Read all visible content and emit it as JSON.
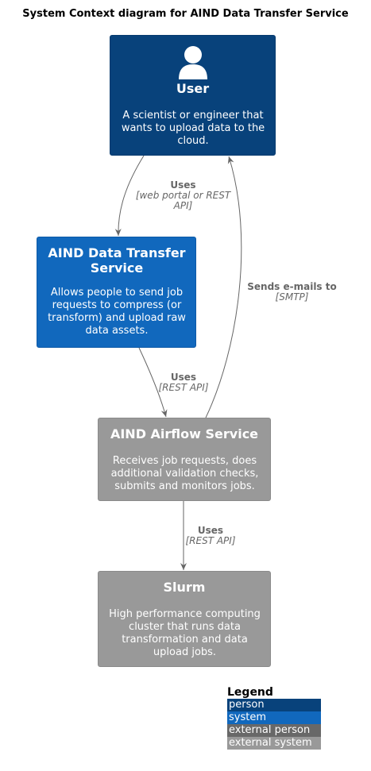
{
  "title": "System Context diagram for AIND Data Transfer Service",
  "nodes": {
    "user": {
      "name": "User",
      "description": "A scientist or engineer that wants to upload data to the cloud."
    },
    "dts": {
      "name": "AIND Data Transfer Service",
      "description": "Allows people to send job requests to compress (or transform) and upload raw data assets."
    },
    "airflow": {
      "name": "AIND Airflow Service",
      "description": "Receives job requests, does additional validation checks, submits and monitors jobs."
    },
    "slurm": {
      "name": "Slurm",
      "description": "High performance computing cluster that runs data transformation and data upload jobs."
    }
  },
  "relations": {
    "user_dts": {
      "label": "Uses",
      "technology": "[web portal or REST API]"
    },
    "dts_airflow": {
      "label": "Uses",
      "technology": "[REST API]"
    },
    "airflow_user": {
      "label": "Sends e-mails to",
      "technology": "[SMTP]"
    },
    "airflow_slurm": {
      "label": "Uses",
      "technology": "[REST API]"
    }
  },
  "legend": {
    "title": "Legend",
    "items": [
      {
        "label": "person",
        "color": "#08427b"
      },
      {
        "label": "system",
        "color": "#1168bd"
      },
      {
        "label": "external person",
        "color": "#686868"
      },
      {
        "label": "external system",
        "color": "#999999"
      }
    ]
  },
  "colors": {
    "person": "#08427b",
    "system": "#1168bd",
    "external_system": "#999999",
    "edge": "#666666"
  }
}
